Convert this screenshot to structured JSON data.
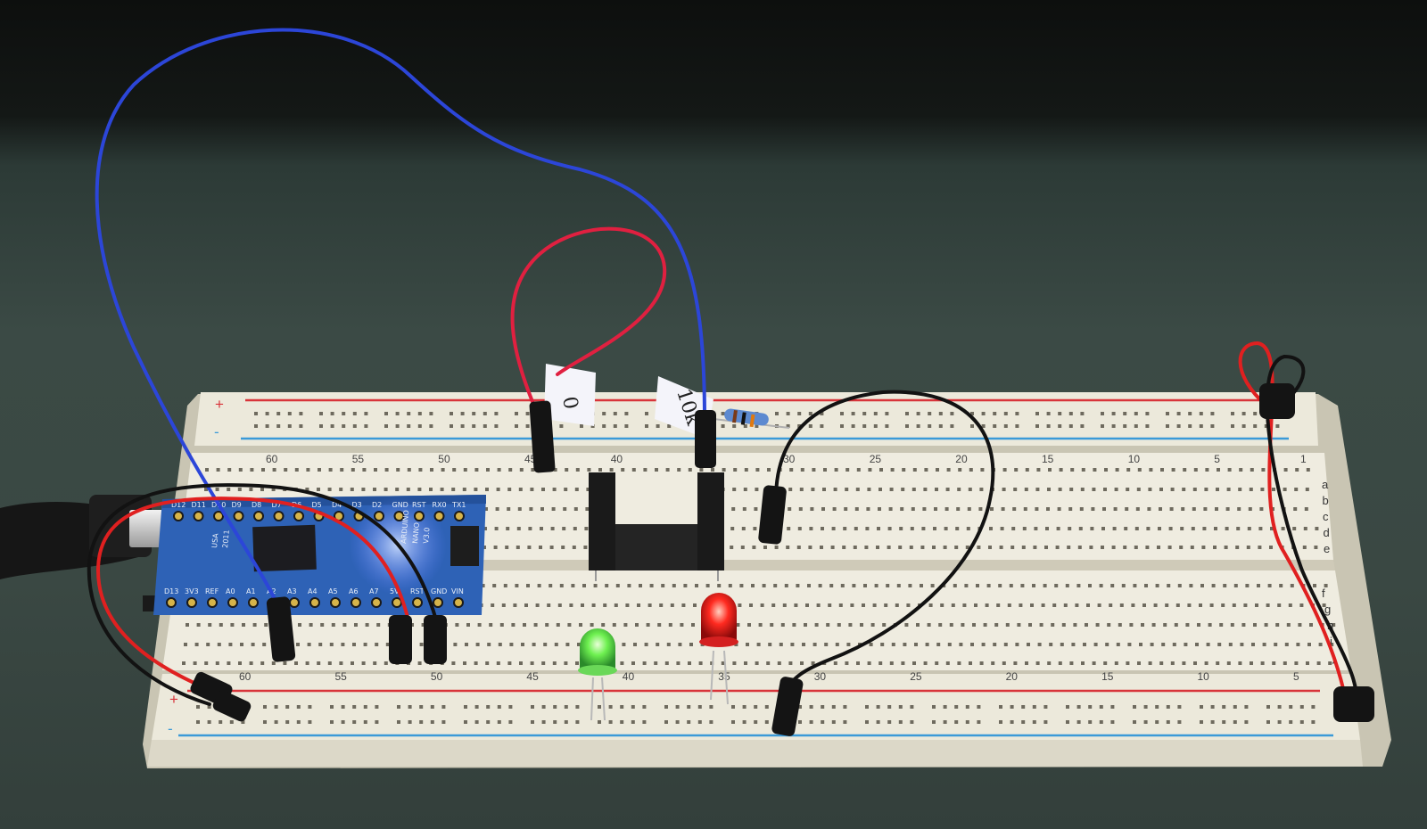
{
  "photo": {
    "background_color": "#3a4843",
    "breadboard_color": "#ece9db",
    "rail_red": "#d8343a",
    "rail_blue": "#3a9ad8"
  },
  "breadboard": {
    "rail_plus": "+",
    "rail_minus": "-",
    "row_letters_top": [
      "a",
      "b",
      "c",
      "d",
      "e"
    ],
    "row_letters_bottom": [
      "f",
      "g",
      "h",
      "i",
      "j"
    ],
    "column_numbers_top": [
      "60",
      "55",
      "50",
      "45",
      "40",
      "35",
      "30",
      "25",
      "20",
      "15",
      "10",
      "5",
      "1"
    ],
    "column_numbers_bottom": [
      "60",
      "55",
      "50",
      "45",
      "40",
      "35",
      "30",
      "25",
      "20",
      "15",
      "10",
      "5"
    ]
  },
  "arduino": {
    "brand": "ARDUINO",
    "model": "NANO",
    "version": "V3.0",
    "year": "2011",
    "made_in": "USA",
    "pins_top": [
      "D12",
      "D11",
      "D10",
      "D9",
      "D8",
      "D7",
      "D6",
      "D5",
      "D4",
      "D3",
      "D2",
      "GND",
      "RST",
      "RX0",
      "TX1"
    ],
    "pins_bottom": [
      "D13",
      "3V3",
      "REF",
      "A0",
      "A1",
      "A2",
      "A3",
      "A4",
      "A5",
      "A6",
      "A7",
      "5V",
      "RST",
      "GND",
      "VIN"
    ]
  },
  "tags": {
    "sensor_tag": "0",
    "resistor_tag": "10k"
  },
  "components": {
    "led_green_color": "#5ee04a",
    "led_red_color": "#e82020"
  }
}
